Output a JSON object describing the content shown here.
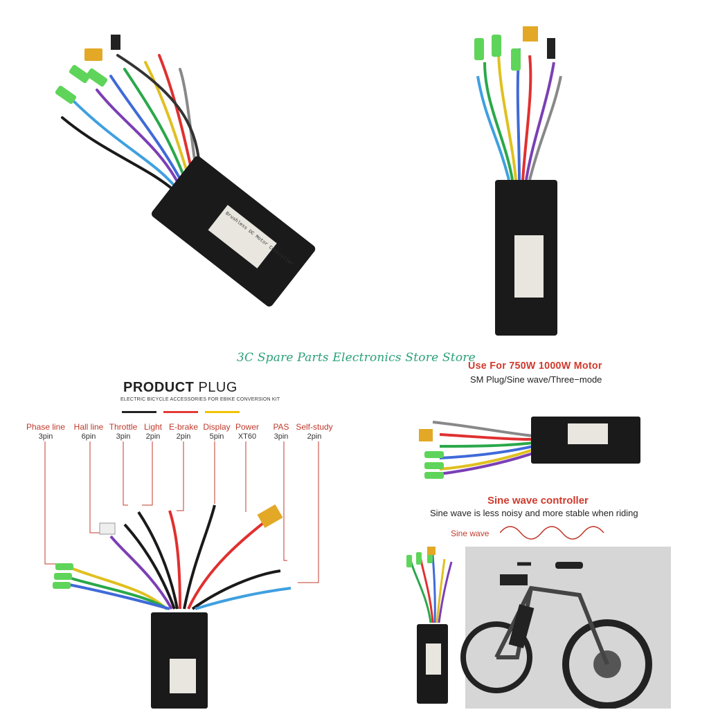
{
  "watermark": "3C Spare Parts Electronics Store Store",
  "product_plug": {
    "title_bold": "PRODUCT",
    "title_light": "PLUG",
    "subtitle": "ELECTRIC BICYCLE ACCESSORIES FOR EBIKE CONVERSION KIT",
    "bar_colors": [
      "#222222",
      "#e53935",
      "#f2c200"
    ],
    "plugs": [
      {
        "name": "Phase line",
        "pins": "3pin"
      },
      {
        "name": "Hall line",
        "pins": "6pin"
      },
      {
        "name": "Throttle",
        "pins": "3pin"
      },
      {
        "name": "Light",
        "pins": "2pin"
      },
      {
        "name": "E-brake",
        "pins": "2pin"
      },
      {
        "name": "Display",
        "pins": "5pin"
      },
      {
        "name": "Power",
        "pins": "XT60"
      },
      {
        "name": "PAS",
        "pins": "3pin"
      },
      {
        "name": "Self-study",
        "pins": "2pin"
      }
    ]
  },
  "specs": {
    "use_for": "Use For  750W  1000W  Motor",
    "plug_line": "SM Plug/Sine wave/Three−mode"
  },
  "sine": {
    "title": "Sine wave controller",
    "description": "Sine wave is less noisy and more stable when riding",
    "wave_label": "Sine wave"
  },
  "controller_label": "Brushless DC Motor Controller",
  "colors": {
    "accent_red": "#c0392b",
    "watermark_green": "#2aa07a",
    "controller_body": "#1a1a1a",
    "connector_green": "#5fd45a",
    "connector_yellow": "#e2a826"
  }
}
